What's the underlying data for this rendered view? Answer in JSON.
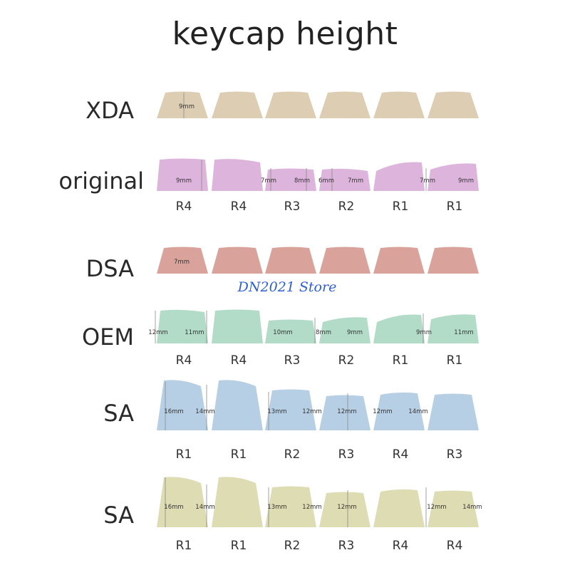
{
  "title": "keycap height",
  "watermark": "DN2021 Store",
  "colors": {
    "XDA": "#dccdb3",
    "original": "#dcb4dc",
    "DSA": "#d9a39c",
    "OEM": "#b2dcc8",
    "SA1": "#b7cfe4",
    "SA2": "#dedcb3"
  },
  "rows": [
    {
      "id": "xda",
      "name": "XDA",
      "color_key": "XDA",
      "dims": [
        "9mm"
      ],
      "row_labels": []
    },
    {
      "id": "original",
      "name": "original",
      "color_key": "original",
      "dims": [
        "9mm",
        "7mm",
        "8mm",
        "6mm",
        "7mm",
        "7mm",
        "9mm"
      ],
      "row_labels": [
        "R4",
        "R4",
        "R3",
        "R2",
        "R1",
        "R1"
      ]
    },
    {
      "id": "dsa",
      "name": "DSA",
      "color_key": "DSA",
      "dims": [
        "7mm"
      ],
      "row_labels": []
    },
    {
      "id": "oem",
      "name": "OEM",
      "color_key": "OEM",
      "dims": [
        "12mm",
        "11mm",
        "10mm",
        "8mm",
        "9mm",
        "9mm",
        "11mm"
      ],
      "row_labels": [
        "R4",
        "R4",
        "R3",
        "R2",
        "R1",
        "R1"
      ]
    },
    {
      "id": "sa-1",
      "name": "SA",
      "color_key": "SA1",
      "dims": [
        "16mm",
        "14mm",
        "13mm",
        "12mm",
        "12mm",
        "12mm",
        "14mm"
      ],
      "row_labels": [
        "R1",
        "R1",
        "R2",
        "R3",
        "R4",
        "R3"
      ]
    },
    {
      "id": "sa-2",
      "name": "SA",
      "color_key": "SA2",
      "dims": [
        "16mm",
        "14mm",
        "13mm",
        "12mm",
        "12mm",
        "12mm",
        "14mm"
      ],
      "row_labels": [
        "R1",
        "R1",
        "R2",
        "R3",
        "R4",
        "R4"
      ]
    }
  ]
}
